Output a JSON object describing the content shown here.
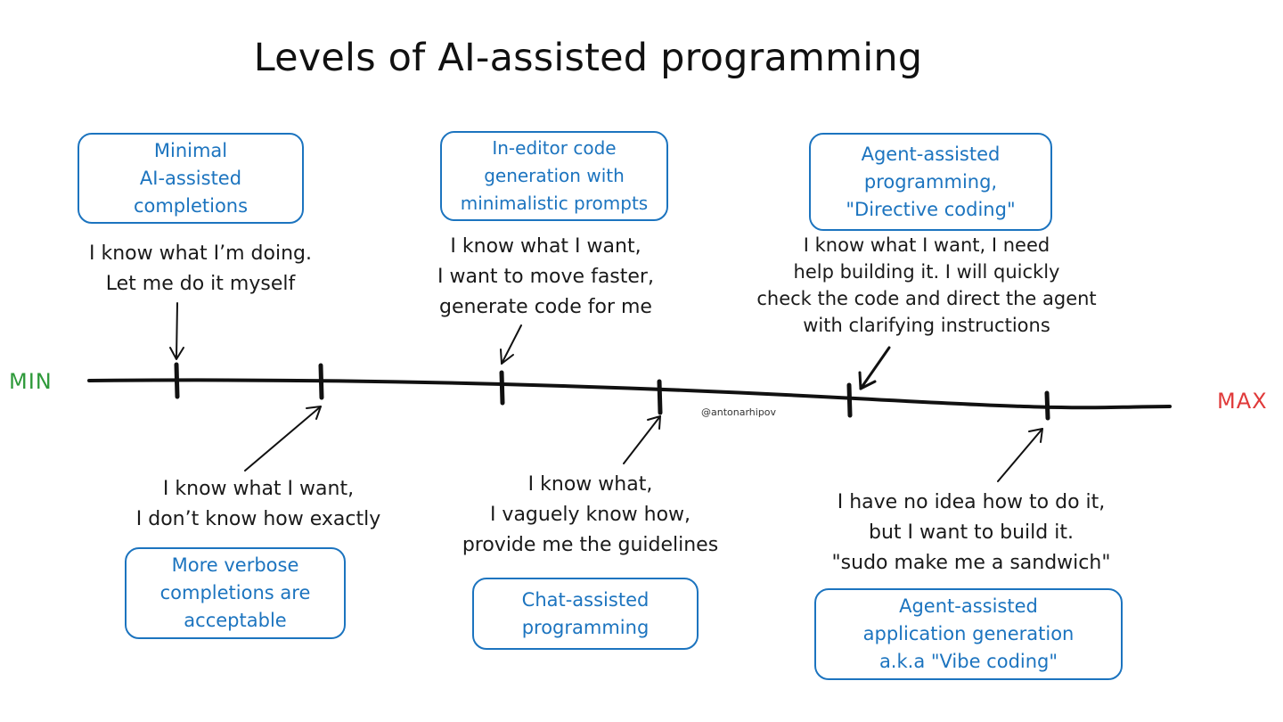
{
  "title": "Levels of AI-assisted programming",
  "scale": {
    "min_label": "MIN",
    "max_label": "MAX",
    "min_color": "#2e9a3a",
    "max_color": "#e03a3a"
  },
  "credit": "@antonarhipov",
  "colors": {
    "box_border": "#1c74bf",
    "box_text": "#1c74bf",
    "line": "#111111"
  },
  "levels": [
    {
      "box": "Minimal\nAI-assisted\ncompletions",
      "quote": "I know what I’m doing.\nLet me do it myself"
    },
    {
      "box": "More verbose\ncompletions are\nacceptable",
      "quote": "I know what I want,\nI don’t know how exactly"
    },
    {
      "box": "In-editor code\ngeneration with\nminimalistic prompts",
      "quote": "I know what I want,\nI want to move faster,\ngenerate code for me"
    },
    {
      "box": "Chat-assisted\nprogramming",
      "quote": "I know what,\nI vaguely know how,\nprovide me the guidelines"
    },
    {
      "box": "Agent-assisted\nprogramming,\n\"Directive coding\"",
      "quote": "I know what I want, I need\nhelp building it. I will quickly\ncheck the code and direct the agent\nwith clarifying instructions"
    },
    {
      "box": "Agent-assisted\napplication generation\na.k.a \"Vibe coding\"",
      "quote": "I have no idea how to do it,\nbut I want to build it.\n\"sudo make me a sandwich\""
    }
  ]
}
